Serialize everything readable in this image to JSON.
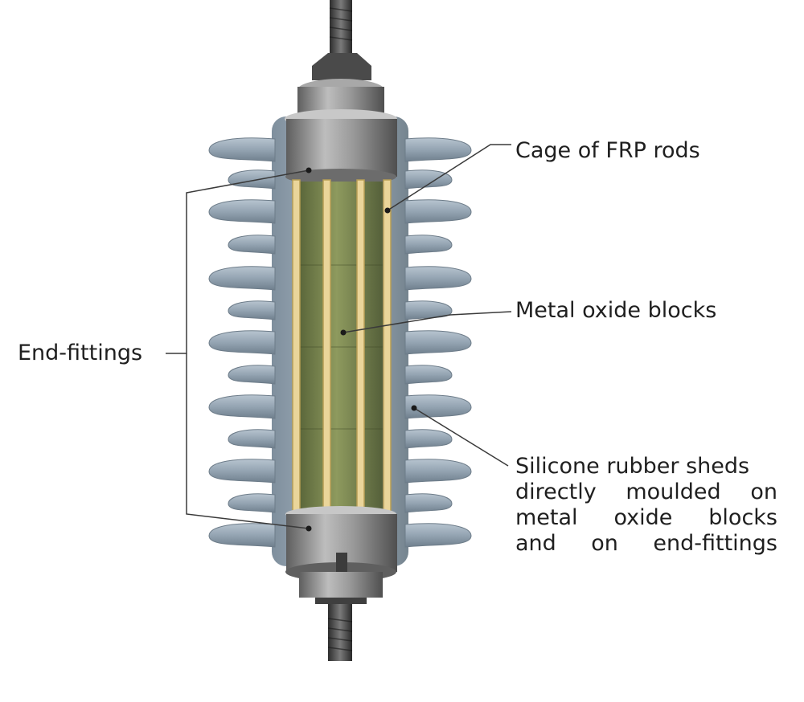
{
  "labels": {
    "cage": "Cage of FRP rods",
    "blocks": "Metal oxide blocks",
    "fittings": "End-fittings",
    "sheds": [
      "Silicone rubber sheds",
      "directly moulded on",
      "metal oxide blocks",
      "and on end-fittings"
    ]
  },
  "colors": {
    "shed": "#9aa9b6",
    "metal": "#8f8f8f",
    "blocks": "#7d8a4e",
    "rods": "#e8d28a",
    "leader": "#3a3a3a"
  }
}
